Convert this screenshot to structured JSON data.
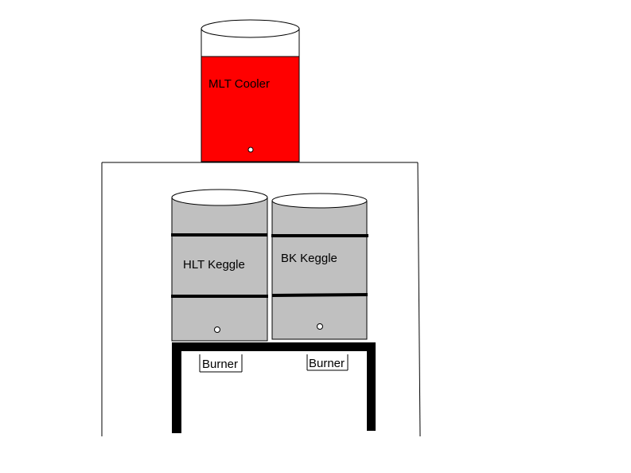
{
  "mlt": {
    "label": "MLT Cooler",
    "color": "#ff0000"
  },
  "hlt": {
    "label": "HLT Keggle",
    "color": "#c0c0c0"
  },
  "bk": {
    "label": "BK Keggle",
    "color": "#c0c0c0"
  },
  "burners": {
    "left_label": "Burner",
    "right_label": "Burner"
  },
  "colors": {
    "outline": "#000000",
    "background": "#ffffff",
    "valve": "#ffffff"
  }
}
